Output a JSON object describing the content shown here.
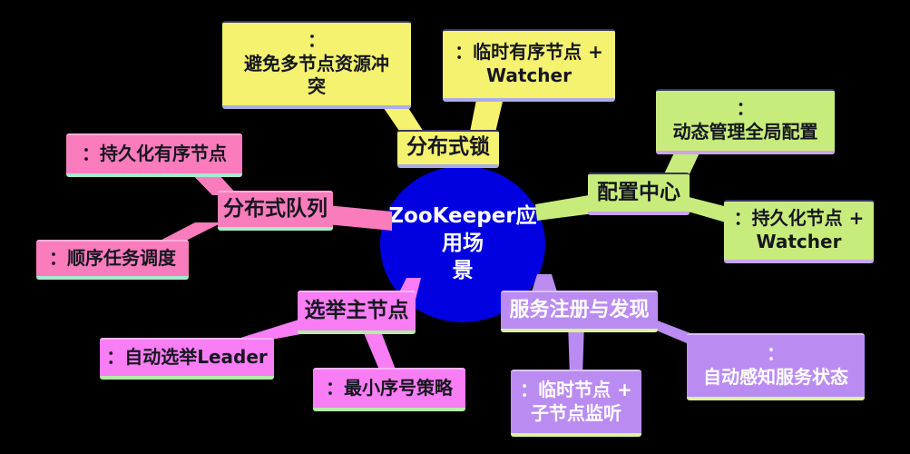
{
  "title": "ZooKeeper应用场景思维导图",
  "background_color": "#000000",
  "center": {
    "label": "ZooKeeper应用场\n景",
    "color": "#0000e0",
    "text_color": "#ffffff"
  },
  "branches": [
    {
      "id": "distributed-lock",
      "label": "分布式锁",
      "color": "#f4f26e",
      "underline_color": "#a9aee8",
      "text_color": "#16161f",
      "children": [
        "：\n避免多节点资源冲\n突",
        "：临时有序节点 +\nWatcher"
      ]
    },
    {
      "id": "config-center",
      "label": "配置中心",
      "color": "#c7ec7c",
      "underline_color": "#cba4ec",
      "text_color": "#16161f",
      "children": [
        "：\n动态管理全局配置",
        "：持久化节点 +\nWatcher"
      ]
    },
    {
      "id": "distributed-queue",
      "label": "分布式队列",
      "color": "#fa7cbc",
      "underline_color": "#a5ecca",
      "text_color": "#16161f",
      "children": [
        "：持久化有序节点",
        "：顺序任务调度"
      ]
    },
    {
      "id": "leader-election",
      "label": "选举主节点",
      "color": "#f97df5",
      "underline_color": "#b2efa5",
      "text_color": "#16161f",
      "children": [
        "：自动选举Leader",
        "：最小序号策略"
      ]
    },
    {
      "id": "service-registry-discovery",
      "label": "服务注册与发现",
      "color": "#ba8cf2",
      "underline_color": "#dff0a0",
      "text_color": "#ffffff",
      "children": [
        "：临时节点 +\n子节点监听",
        "：\n自动感知服务状态"
      ]
    }
  ]
}
